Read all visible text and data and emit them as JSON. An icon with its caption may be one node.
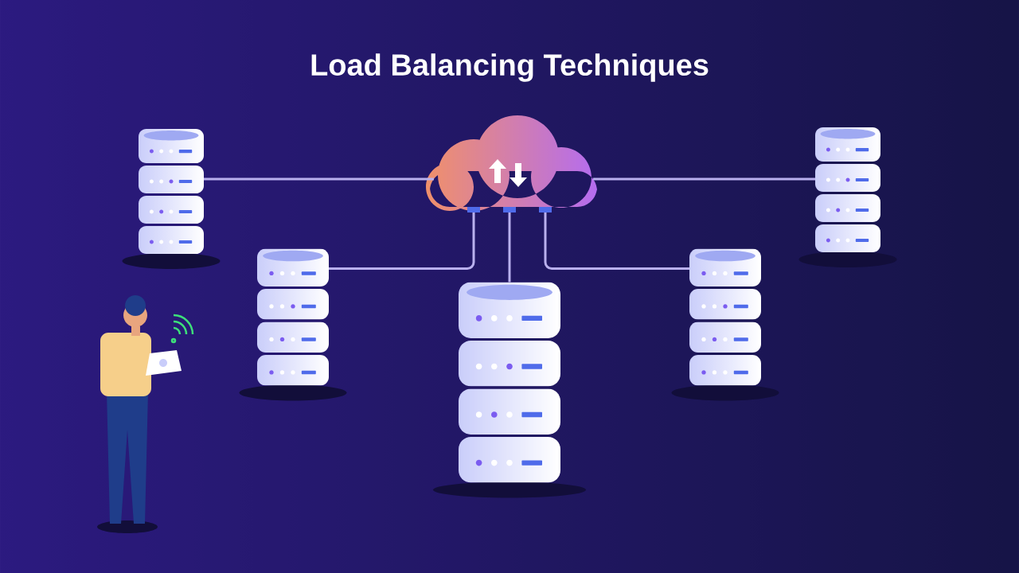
{
  "diagram": {
    "title": "Load Balancing Techniques",
    "nodes": [
      {
        "text": [],
        "shape": "cloud"
      },
      {
        "text": [],
        "shape": "cylinder"
      },
      {
        "text": [],
        "shape": "cylinder"
      },
      {
        "text": [],
        "shape": "cylinder"
      },
      {
        "text": [],
        "shape": "cylinder"
      },
      {
        "text": [],
        "shape": "cylinder"
      }
    ],
    "edges": [
      {
        "from": 0,
        "to": 1,
        "arrow": "none"
      },
      {
        "from": 0,
        "to": 2,
        "arrow": "none"
      },
      {
        "from": 0,
        "to": 3,
        "arrow": "none"
      },
      {
        "from": 0,
        "to": 4,
        "arrow": "none"
      },
      {
        "from": 0,
        "to": 5,
        "arrow": "none"
      }
    ]
  }
}
